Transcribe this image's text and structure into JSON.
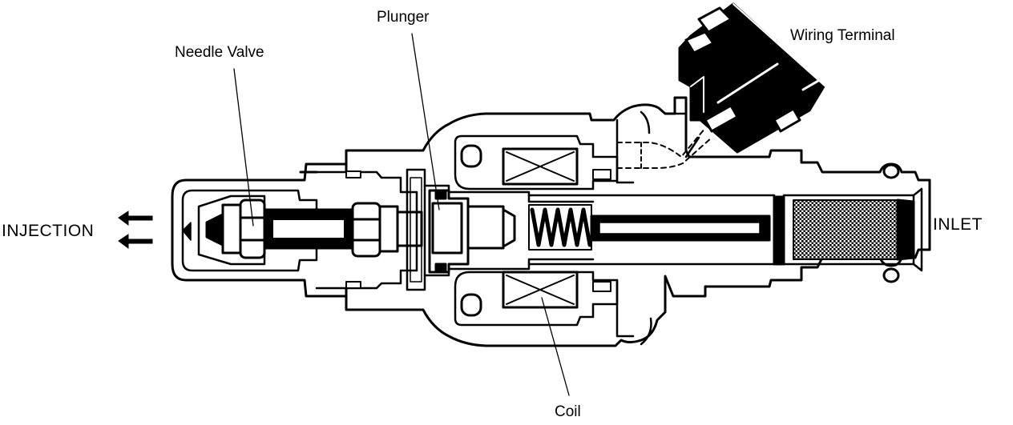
{
  "diagram": {
    "labels": {
      "plunger": "Plunger",
      "needle_valve": "Needle Valve",
      "wiring_terminal": "Wiring Terminal",
      "injection": "INJECTION",
      "inlet": "INLET",
      "coil": "Coil"
    },
    "colors": {
      "ink": "#000000",
      "paper": "#ffffff"
    }
  }
}
